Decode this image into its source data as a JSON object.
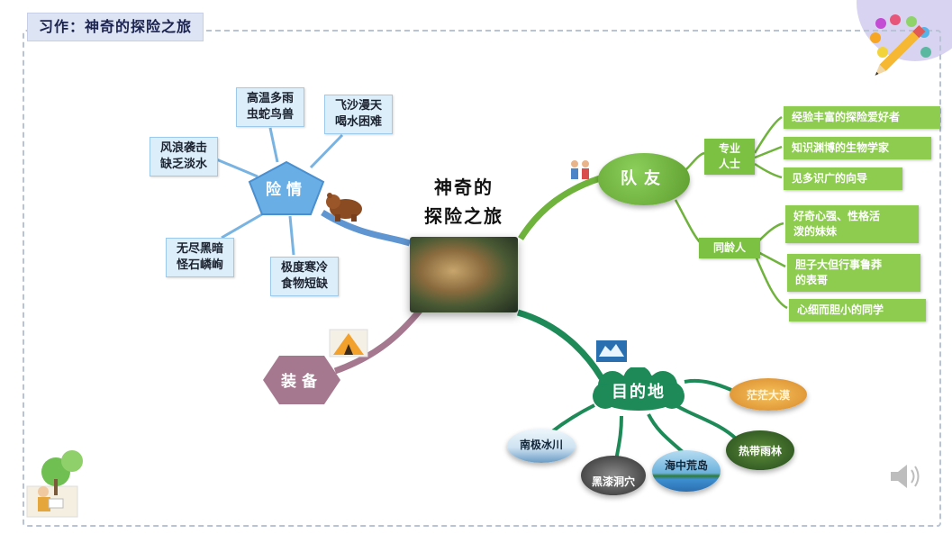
{
  "title": "习作：神奇的探险之旅",
  "center": {
    "line1": "神奇的",
    "line2": "探险之旅"
  },
  "hazard": {
    "label": "险情",
    "items": [
      "高温多雨\n虫蛇鸟兽",
      "飞沙漫天\n喝水困难",
      "风浪袭击\n缺乏淡水",
      "无尽黑暗\n怪石嶙峋",
      "极度寒冷\n食物短缺"
    ]
  },
  "equipment": {
    "label": "装备"
  },
  "team": {
    "label": "队友",
    "pro": {
      "label": "专业\n人士",
      "items": [
        "经验丰富的探险爱好者",
        "知识渊博的生物学家",
        "见多识广的向导"
      ]
    },
    "peer": {
      "label": "同龄人",
      "items": [
        "好奇心强、性格活\n泼的妹妹",
        "胆子大但行事鲁莽\n的表哥",
        "心细而胆小的同学"
      ]
    }
  },
  "destination": {
    "label": "目的地",
    "items": [
      "茫茫大漠",
      "热带雨林",
      "海中荒岛",
      "黑漆洞穴",
      "南极冰川"
    ]
  },
  "icons": {
    "bear": "bear-icon",
    "tent": "tent-icon",
    "people": "explorers-icon",
    "ice": "iceberg-icon",
    "pencil": "pencil-palette-icon",
    "kid": "reading-child-icon",
    "speaker": "speaker-icon"
  },
  "colors": {
    "hazard_blue": "#6aaee6",
    "equip_mauve": "#a5788f",
    "team_green": "#6fb23c",
    "dest_teal": "#1d8a58",
    "title_bg": "#dde4f4"
  }
}
